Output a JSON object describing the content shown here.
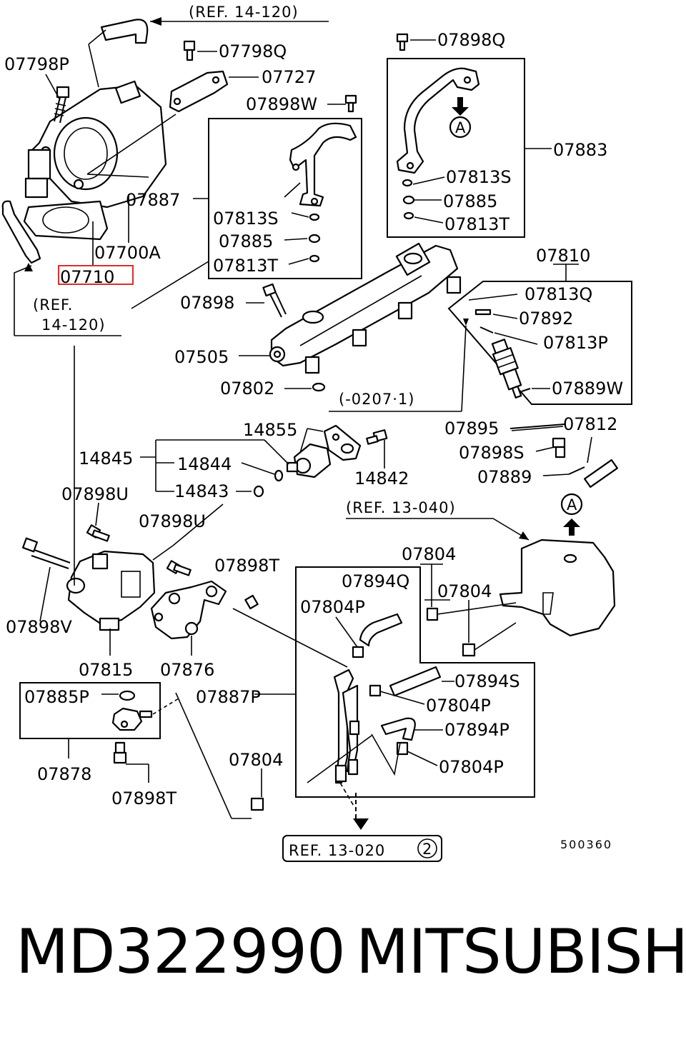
{
  "diagram": {
    "labels": {
      "l07798P": "07798P",
      "l07798Q": "07798Q",
      "l07727": "07727",
      "l07898W": "07898W",
      "l07898Q": "07898Q",
      "l07883": "07883",
      "l07813S_a": "07813S",
      "l07885_a": "07885",
      "l07813T_a": "07813T",
      "l07887": "07887",
      "l07813S_b": "07813S",
      "l07885_b": "07885",
      "l07813T_b": "07813T",
      "l07700A": "07700A",
      "l07710": "07710",
      "l07810": "07810",
      "l07813Q": "07813Q",
      "l07892": "07892",
      "l07813P": "07813P",
      "l07889W": "07889W",
      "l07898": "07898",
      "l07505": "07505",
      "l07802": "07802",
      "l07895": "07895",
      "l07812": "07812",
      "l07898S": "07898S",
      "l07889": "07889",
      "l14855": "14855",
      "l14845": "14845",
      "l14844": "14844",
      "l14843": "14843",
      "l14842": "14842",
      "l07898U_a": "07898U",
      "l07898U_b": "07898U",
      "l07898V": "07898V",
      "l07815": "07815",
      "l07876": "07876",
      "l07898T_a": "07898T",
      "l07804_a": "07804",
      "l07804_b": "07804",
      "l07894Q": "07894Q",
      "l07804P_a": "07804P",
      "l07887P": "07887P",
      "l07894S": "07894S",
      "l07804P_b": "07804P",
      "l07894P": "07894P",
      "l07804P_c": "07804P",
      "l07804_c": "07804",
      "l07885P": "07885P",
      "l07878": "07878",
      "l07898T_b": "07898T"
    },
    "refs": {
      "ref_top": "(REF. 14-120)",
      "ref_left_1": "(REF.",
      "ref_left_2": "14-120)",
      "ref_date": "(-0207·1)",
      "ref_13040": "(REF. 13-040)",
      "ref_13020": "REF. 13-020",
      "circle_2": "2",
      "marker_a1": "A",
      "marker_a2": "A"
    },
    "figure_number": "500360",
    "highlighted_part": "07710",
    "highlight_color": "#d9302c"
  },
  "footer": {
    "part_number": "MD322990",
    "brand": "MITSUBISHI"
  }
}
